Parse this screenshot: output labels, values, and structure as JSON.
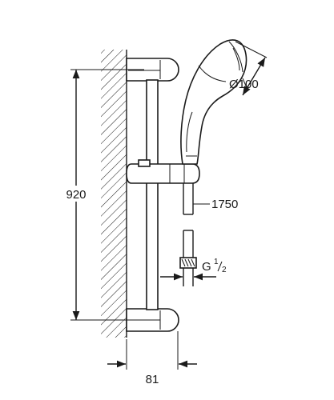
{
  "diagram": {
    "dimensions": {
      "height": "920",
      "head_diameter": "Ø100",
      "hose_length": "1750",
      "connection_base": "G",
      "connection_num": "1",
      "connection_den": "2",
      "projection": "81"
    },
    "colors": {
      "line": "#1a1a1a",
      "background": "#ffffff"
    }
  }
}
